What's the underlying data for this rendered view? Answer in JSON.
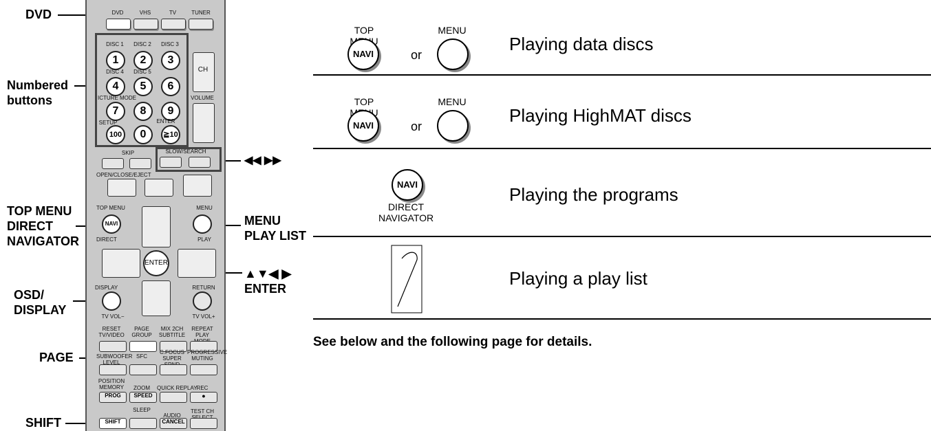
{
  "callouts": {
    "dvd": "DVD",
    "numbered_1": "Numbered",
    "numbered_2": "buttons",
    "skip_search": "◀◀  ▶▶",
    "top_menu_1": "TOP MENU",
    "top_menu_2": "DIRECT",
    "top_menu_3": "NAVIGATOR",
    "menu_1": "MENU",
    "menu_2": "PLAY LIST",
    "arrows_1": "▲▼◀ ▶",
    "arrows_2": "ENTER",
    "osd_1": "OSD/",
    "osd_2": "DISPLAY",
    "page": "PAGE",
    "shift": "SHIFT"
  },
  "remote": {
    "sources": [
      "DVD",
      "VHS",
      "TV",
      "TUNER"
    ],
    "disc_labels": [
      "DISC 1",
      "DISC 2",
      "DISC 3",
      "DISC 4",
      "DISC 5"
    ],
    "numbers": [
      "1",
      "2",
      "3",
      "4",
      "5",
      "6",
      "7",
      "8",
      "9",
      "0"
    ],
    "picture_mode": "ICTURE MODE",
    "ch": "CH",
    "volume": "VOLUME",
    "enter_small": "ENTER",
    "ten": "≧10",
    "setup": "SETUP",
    "hundred": "100",
    "skip": "SKIP",
    "slow_search": "SLOW/SEARCH",
    "open_close": "OPEN/CLOSE/EJECT",
    "top_menu": "TOP MENU",
    "navi": "NAVI",
    "menu": "MENU",
    "direct": "DIRECT",
    "play": "PLAY",
    "enter": "ENTER",
    "osd_display": "DISPLAY",
    "return": "RETURN",
    "tv_vol_minus": "TV VOL−",
    "tv_vol_plus": "TV VOL+",
    "row1": [
      "RESET TV/VIDEO",
      "PAGE GROUP",
      "MIX 2CH SUBTITLE",
      "REPEAT PLAY MODE"
    ],
    "row2": [
      "SUBWOOFER LEVEL",
      "SFC",
      "C.FOCUS SUPER SRND",
      "PROGRESSIVE MUTING"
    ],
    "row3": [
      "POSITION MEMORY",
      "ZOOM",
      "QUICK REPLAY",
      "REC"
    ],
    "row3_keys": [
      "PROG",
      "SPEED",
      "",
      "●"
    ],
    "row4": [
      "",
      "SLEEP",
      "AUDIO",
      "TEST CH SELECT"
    ],
    "row4_keys": [
      "SHIFT",
      "",
      "CANCEL",
      ""
    ]
  },
  "table": {
    "rows": [
      {
        "label_left": "TOP MENU",
        "label_right": "MENU",
        "button": "NAVI",
        "or": "or",
        "desc": "Playing data discs"
      },
      {
        "label_left": "TOP MENU",
        "label_right": "MENU",
        "button": "NAVI",
        "or": "or",
        "desc": "Playing HighMAT discs"
      },
      {
        "button": "NAVI",
        "sub_1": "DIRECT",
        "sub_2": "NAVIGATOR",
        "desc": "Playing the programs"
      },
      {
        "desc": "Playing a play list"
      }
    ],
    "note": "See below and the following page for details."
  }
}
